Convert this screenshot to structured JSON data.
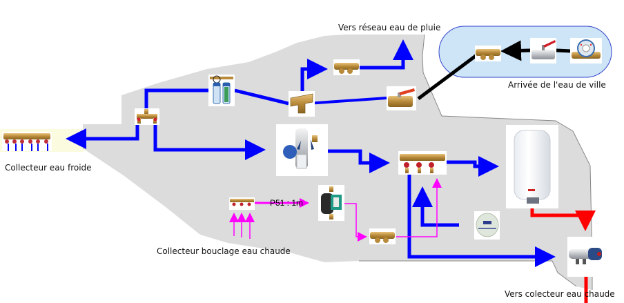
{
  "labels": {
    "rainwater_network": "Vers réseau eau de pluie",
    "city_water_inlet": "Arrivée de l'eau de ville",
    "cold_water_manifold": "Collecteur eau froide",
    "hot_water_loop_manifold": "Collecteur bouclage eau chaude",
    "to_hot_water_manifold": "Vers colecteur eau chaude",
    "pump_setting": "P51 : 1m"
  },
  "colors": {
    "cold_water_pipe": "#0000ff",
    "hot_water_pipe": "#ff0000",
    "loop_pipe": "#ff00ff",
    "supply_pipe": "#000000",
    "zone_fill": "#dcdcdc",
    "inlet_zone_fill": "#cde5f7",
    "inlet_zone_border": "#3344cc"
  },
  "components": [
    {
      "id": "water-meter",
      "name": "Compteur d'eau"
    },
    {
      "id": "main-ball-valve",
      "name": "Vanne d'arrêt"
    },
    {
      "id": "inlet-check-valve",
      "name": "Clapet anti-retour"
    },
    {
      "id": "garden-ball-valve",
      "name": "Robinet"
    },
    {
      "id": "tee-fitting",
      "name": "Té"
    },
    {
      "id": "rain-check-valve",
      "name": "Clapet anti-retour"
    },
    {
      "id": "double-filter",
      "name": "Filtre double"
    },
    {
      "id": "split-manifold",
      "name": "Nourrice 2 départs"
    },
    {
      "id": "cold-manifold",
      "name": "Collecteur eau froide"
    },
    {
      "id": "safety-group",
      "name": "Groupe de sécurité"
    },
    {
      "id": "hot-feed-manifold",
      "name": "Nourrice 3 départs"
    },
    {
      "id": "water-heater",
      "name": "Chauffe-eau"
    },
    {
      "id": "expansion-tank",
      "name": "Vase d'expansion"
    },
    {
      "id": "mixing-valve",
      "name": "Mitigeur thermostatique"
    },
    {
      "id": "loop-manifold",
      "name": "Collecteur bouclage"
    },
    {
      "id": "circulator-pump",
      "name": "Circulateur"
    },
    {
      "id": "loop-check-valve",
      "name": "Clapet anti-retour"
    }
  ]
}
